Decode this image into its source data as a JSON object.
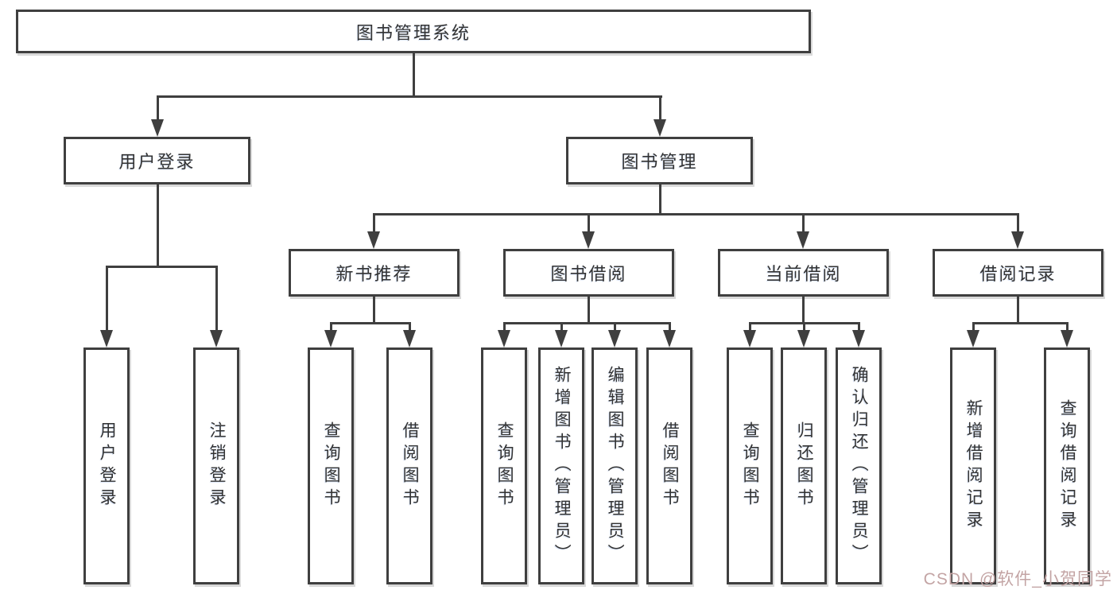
{
  "root": {
    "label": "图书管理系统"
  },
  "level2": {
    "user_login": {
      "label": "用户登录"
    },
    "book_management": {
      "label": "图书管理"
    }
  },
  "level3": {
    "new_books": {
      "label": "新书推荐"
    },
    "book_borrow": {
      "label": "图书借阅"
    },
    "current_borrow": {
      "label": "当前借阅"
    },
    "borrow_records": {
      "label": "借阅记录"
    }
  },
  "leaves": {
    "user_login": [
      "用户登录",
      "注销登录"
    ],
    "new_books": [
      "查询图书",
      "借阅图书"
    ],
    "book_borrow": [
      "查询图书",
      "新增图书（管理员）",
      "编辑图书（管理员）",
      "借阅图书"
    ],
    "current_borrow": [
      "查询图书",
      "归还图书",
      "确认归还（管理员）"
    ],
    "borrow_records": [
      "新增借阅记录",
      "查询借阅记录"
    ]
  },
  "watermark": {
    "text": "CSDN @软件_小贺同学",
    "color": "#c3a4a4"
  },
  "colors": {
    "line": "#3f3f3f",
    "box_border": "#3f3f3f",
    "box_fill": "#ffffff",
    "text": "#333333",
    "background": "#ffffff"
  }
}
